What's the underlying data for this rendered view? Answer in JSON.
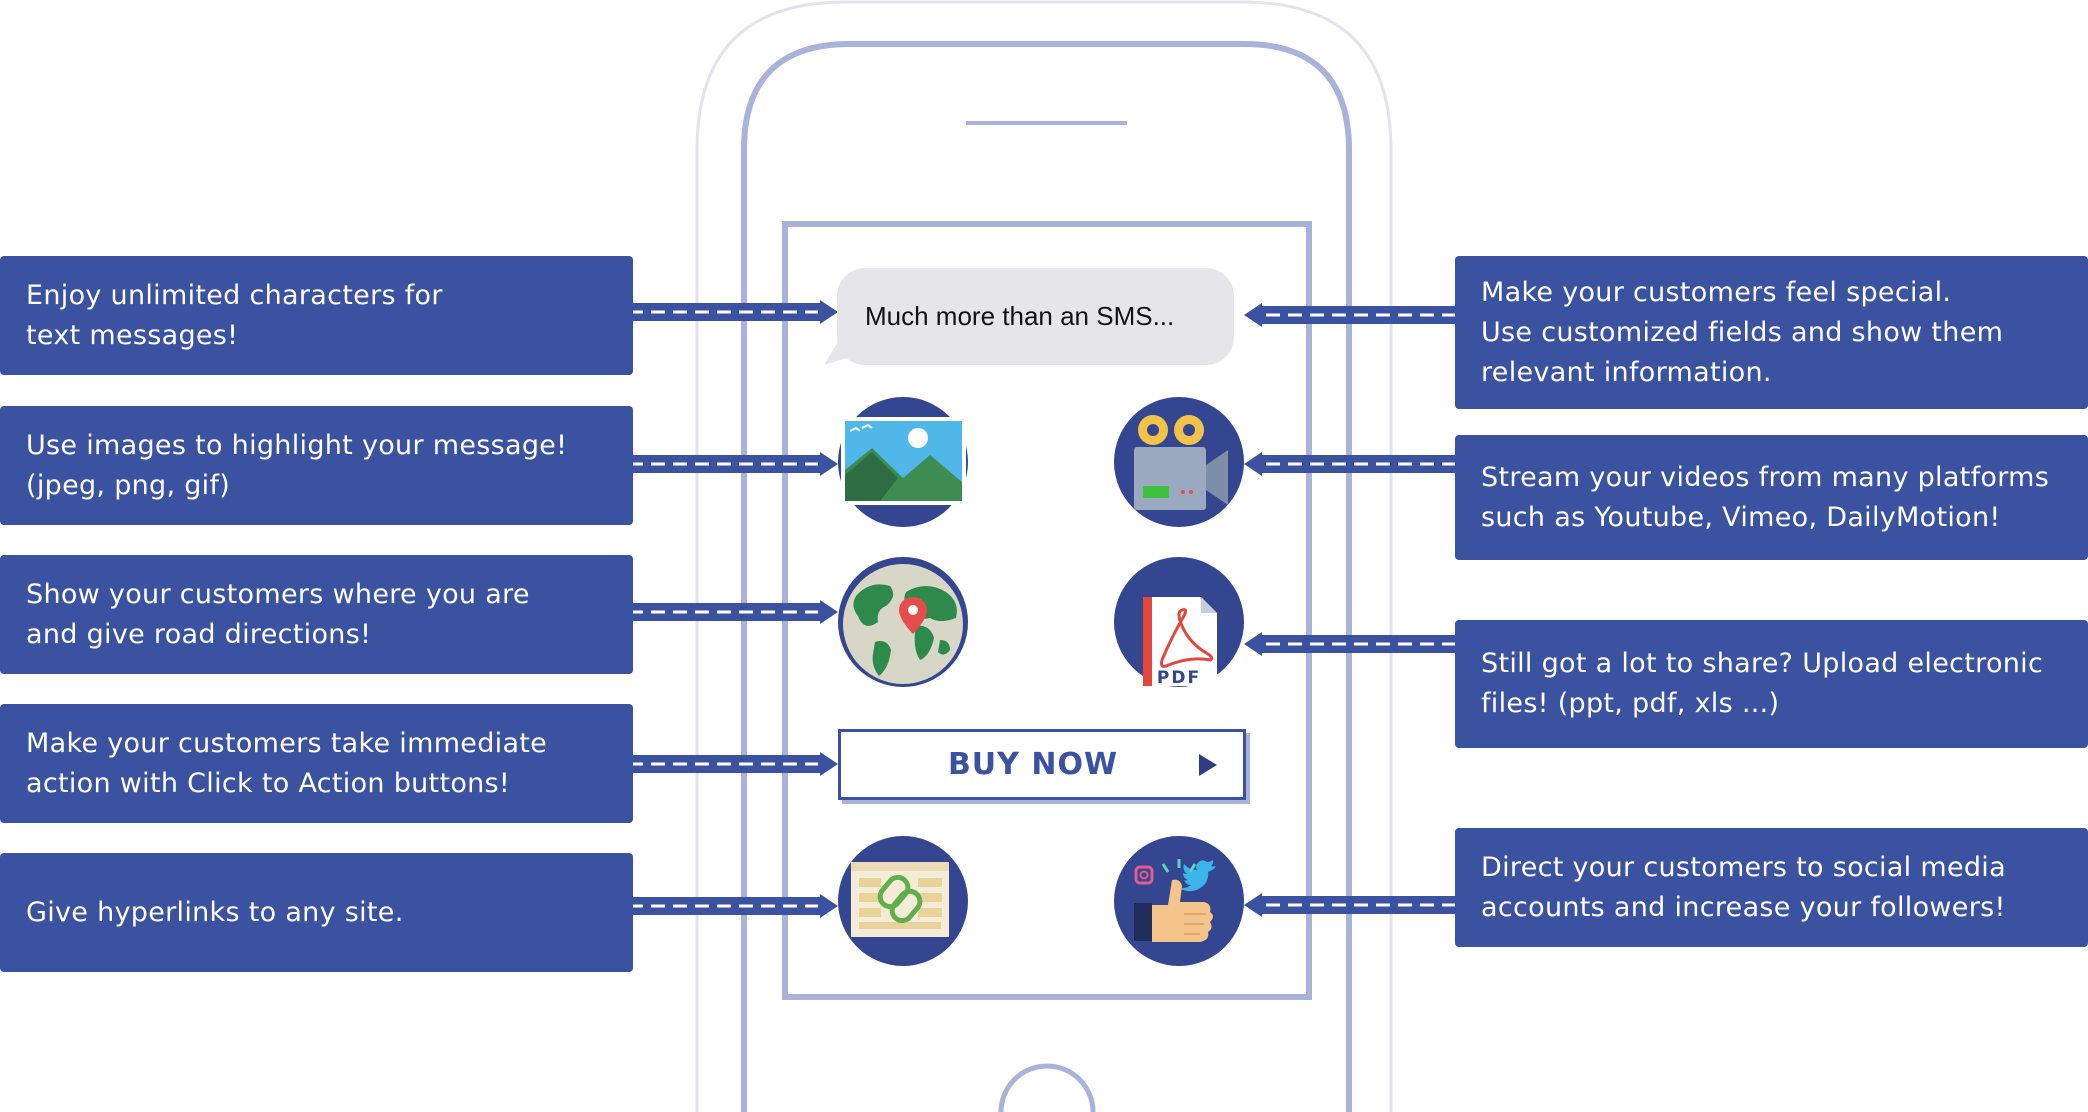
{
  "bubble": {
    "text": "Much more than an SMS..."
  },
  "buy_button": {
    "label": "BUY NOW"
  },
  "icons": {
    "pdf_label": "PDF"
  },
  "left_panels": [
    {
      "lines": [
        "Enjoy unlimited characters for",
        "text messages!"
      ]
    },
    {
      "lines": [
        "Use images to highlight your message!",
        "(jpeg, png, gif)"
      ]
    },
    {
      "lines": [
        "Show your customers where you are",
        "and give road directions!"
      ]
    },
    {
      "lines": [
        "Make your customers take immediate",
        "action with Click to Action buttons!"
      ]
    },
    {
      "lines": [
        "Give hyperlinks to any site."
      ]
    }
  ],
  "right_panels": [
    {
      "lines": [
        "Make your customers feel special.",
        "Use customized fields and show them",
        "relevant information."
      ]
    },
    {
      "lines": [
        "Stream your videos from many platforms",
        "such as Youtube, Vimeo, DailyMotion!"
      ]
    },
    {
      "lines": [
        "Still got a lot to share? Upload electronic",
        "files! (ppt, pdf, xls ...)"
      ]
    },
    {
      "lines": [
        "Direct your customers to social media",
        "accounts and increase your followers!"
      ]
    }
  ],
  "colors": {
    "panel": "#3b52a0",
    "phone_outline": "#e2e4ea",
    "phone_frame": "#a9b3d9",
    "icon_circle": "#33468f",
    "bubble": "#e6e6ea"
  }
}
